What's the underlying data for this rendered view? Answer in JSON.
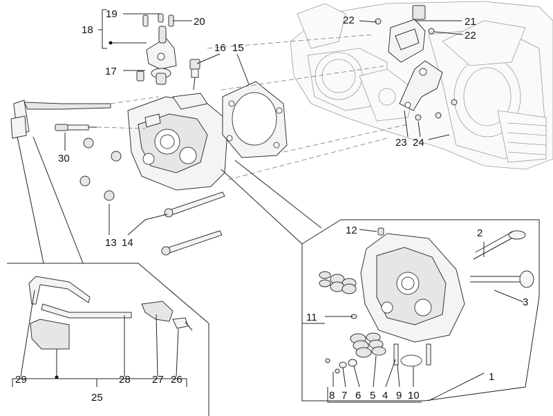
{
  "title": "Cylinder head, valves and thermostat - exploded parts diagram",
  "callouts": [
    {
      "id": "1",
      "label": "1"
    },
    {
      "id": "2",
      "label": "2"
    },
    {
      "id": "3",
      "label": "3"
    },
    {
      "id": "4",
      "label": "4"
    },
    {
      "id": "5",
      "label": "5"
    },
    {
      "id": "6",
      "label": "6"
    },
    {
      "id": "7",
      "label": "7"
    },
    {
      "id": "8",
      "label": "8"
    },
    {
      "id": "9",
      "label": "9"
    },
    {
      "id": "10",
      "label": "10"
    },
    {
      "id": "11",
      "label": "11"
    },
    {
      "id": "12",
      "label": "12"
    },
    {
      "id": "13",
      "label": "13"
    },
    {
      "id": "14",
      "label": "14"
    },
    {
      "id": "15",
      "label": "15"
    },
    {
      "id": "16",
      "label": "16"
    },
    {
      "id": "17",
      "label": "17"
    },
    {
      "id": "18",
      "label": "18"
    },
    {
      "id": "19",
      "label": "19"
    },
    {
      "id": "20",
      "label": "20"
    },
    {
      "id": "21",
      "label": "21"
    },
    {
      "id": "22a",
      "label": "22"
    },
    {
      "id": "22b",
      "label": "22"
    },
    {
      "id": "23",
      "label": "23"
    },
    {
      "id": "24",
      "label": "24"
    },
    {
      "id": "25",
      "label": "25"
    },
    {
      "id": "26",
      "label": "26"
    },
    {
      "id": "27",
      "label": "27"
    },
    {
      "id": "28",
      "label": "28"
    },
    {
      "id": "29",
      "label": "29"
    },
    {
      "id": "30",
      "label": "30"
    }
  ]
}
